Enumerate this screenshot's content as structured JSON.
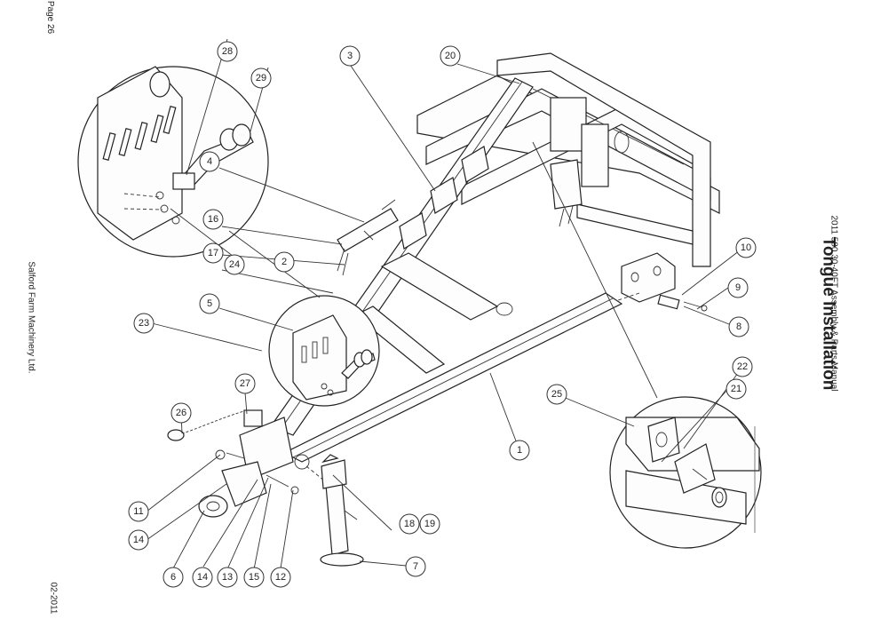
{
  "page": {
    "page_number": "Page 26",
    "company": "Salford Farm Machinery Ltd.",
    "date": "02-2011",
    "manual": "2011 580 30-40FT Assembly & Parts Manual",
    "title": "Tongue Installation"
  },
  "callouts": [
    {
      "id": "c1",
      "label": "1"
    },
    {
      "id": "c2",
      "label": "2"
    },
    {
      "id": "c3",
      "label": "3"
    },
    {
      "id": "c4",
      "label": "4"
    },
    {
      "id": "c5",
      "label": "5"
    },
    {
      "id": "c6",
      "label": "6"
    },
    {
      "id": "c7",
      "label": "7"
    },
    {
      "id": "c8",
      "label": "8"
    },
    {
      "id": "c9",
      "label": "9"
    },
    {
      "id": "c10",
      "label": "10"
    },
    {
      "id": "c11",
      "label": "11"
    },
    {
      "id": "c12",
      "label": "12"
    },
    {
      "id": "c13",
      "label": "13"
    },
    {
      "id": "c14a",
      "label": "14"
    },
    {
      "id": "c14b",
      "label": "14"
    },
    {
      "id": "c15",
      "label": "15"
    },
    {
      "id": "c16",
      "label": "16"
    },
    {
      "id": "c17",
      "label": "17"
    },
    {
      "id": "c18",
      "label": "18"
    },
    {
      "id": "c19",
      "label": "19"
    },
    {
      "id": "c20",
      "label": "20"
    },
    {
      "id": "c21",
      "label": "21"
    },
    {
      "id": "c22",
      "label": "22"
    },
    {
      "id": "c23",
      "label": "23"
    },
    {
      "id": "c24",
      "label": "24"
    },
    {
      "id": "c25",
      "label": "25"
    },
    {
      "id": "c26",
      "label": "26"
    },
    {
      "id": "c27",
      "label": "27"
    },
    {
      "id": "c28",
      "label": "28"
    },
    {
      "id": "c29",
      "label": "29"
    }
  ]
}
